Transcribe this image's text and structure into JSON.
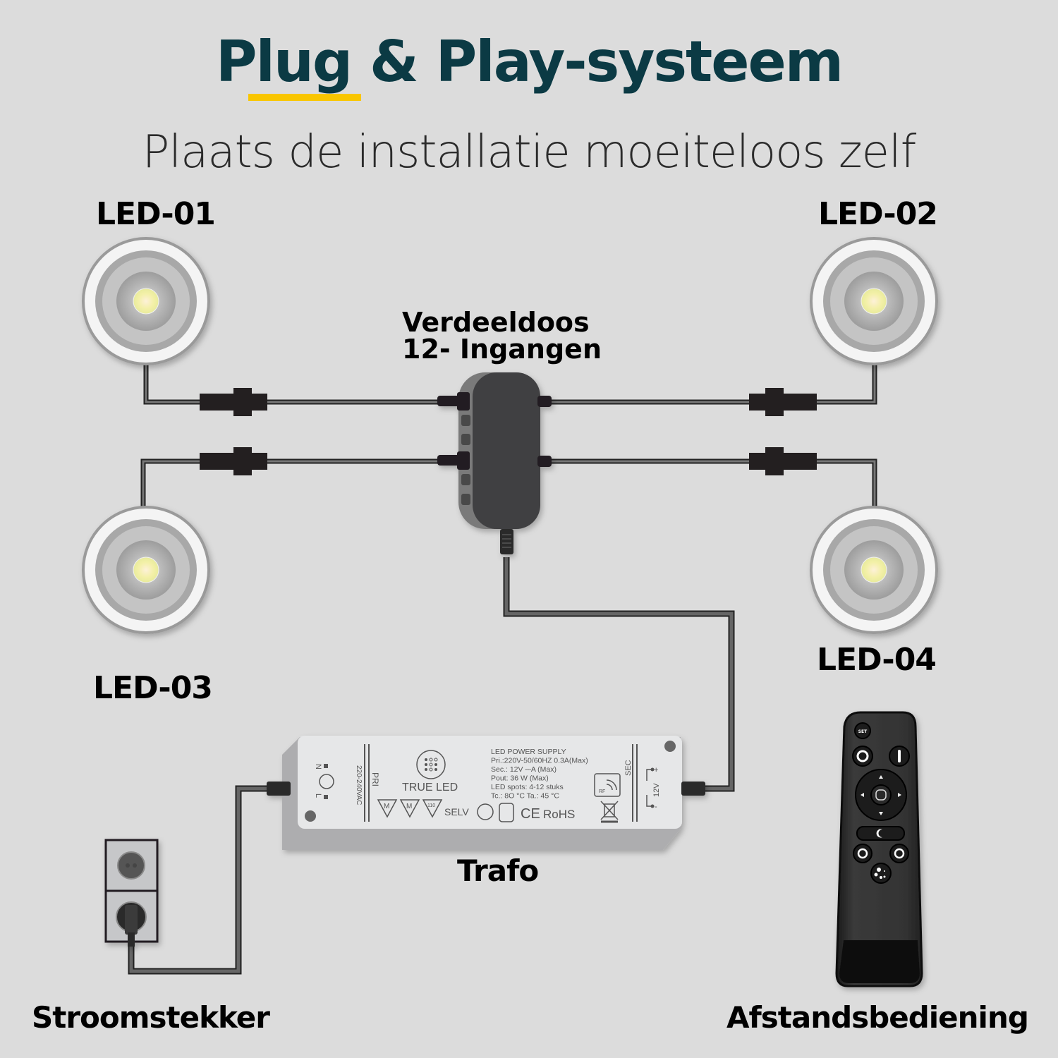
{
  "header": {
    "title": "Plug & Play-systeem",
    "subtitle": "Plaats de installatie moeiteloos zelf",
    "accent_color": "#f9c600",
    "title_color": "#0b3a44"
  },
  "leds": [
    {
      "label": "LED-01"
    },
    {
      "label": "LED-02"
    },
    {
      "label": "LED-03"
    },
    {
      "label": "LED-04"
    }
  ],
  "distribution_box": {
    "line1": "Verdeeldoos",
    "line2": "12- Ingangen"
  },
  "transformer": {
    "label": "Trafo",
    "plate": {
      "pri_label": "PRI",
      "voltage_range": "220-240VAC",
      "n_label": "N",
      "l_label": "L",
      "brand": "TRUE LED",
      "m_mark": "M",
      "mark_110": "110",
      "selv": "SELV",
      "spec_lines": [
        "LED POWER SUPPLY",
        "Pri.:220V-50/60HZ 0.3A(Max)",
        "Sec.: 12V  ⎓A (Max)",
        "Pout: 36 W (Max)",
        "LED spots: 4-12 stuks",
        "Tc.: 8O °C Ta.: 45 °C"
      ],
      "ce": "CE",
      "rohs": "RoHS",
      "rf": "RF",
      "sec_label": "SEC",
      "output_voltage": "12V",
      "plus": "+",
      "minus": "-"
    }
  },
  "socket": {
    "label": "Stroomstekker"
  },
  "remote": {
    "label": "Afstandsbediening",
    "set_label": "SET"
  }
}
